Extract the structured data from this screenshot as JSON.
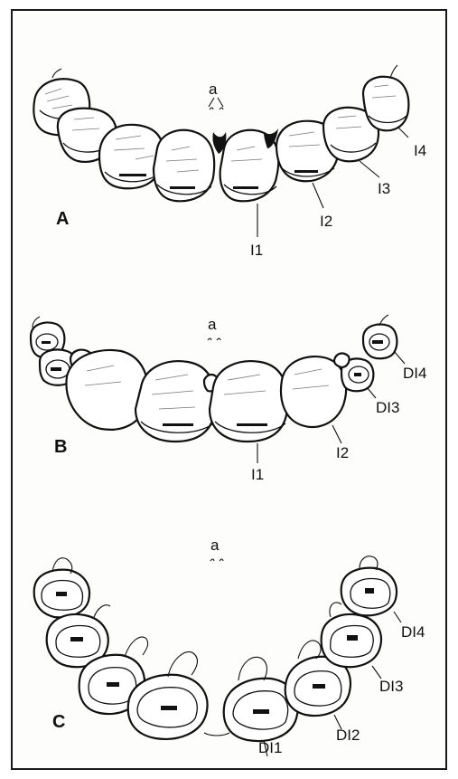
{
  "panels": [
    {
      "letter": "A",
      "a_label": "a",
      "labels": [
        "I1",
        "I2",
        "I3",
        "I4"
      ]
    },
    {
      "letter": "B",
      "a_label": "a",
      "labels": [
        "I1",
        "I2",
        "DI3",
        "DI4"
      ]
    },
    {
      "letter": "C",
      "a_label": "a",
      "labels": [
        "DI1",
        "DI2",
        "DI3",
        "DI4"
      ]
    }
  ],
  "colors": {
    "ink": "#111111",
    "paper": "#fdfdfb"
  }
}
